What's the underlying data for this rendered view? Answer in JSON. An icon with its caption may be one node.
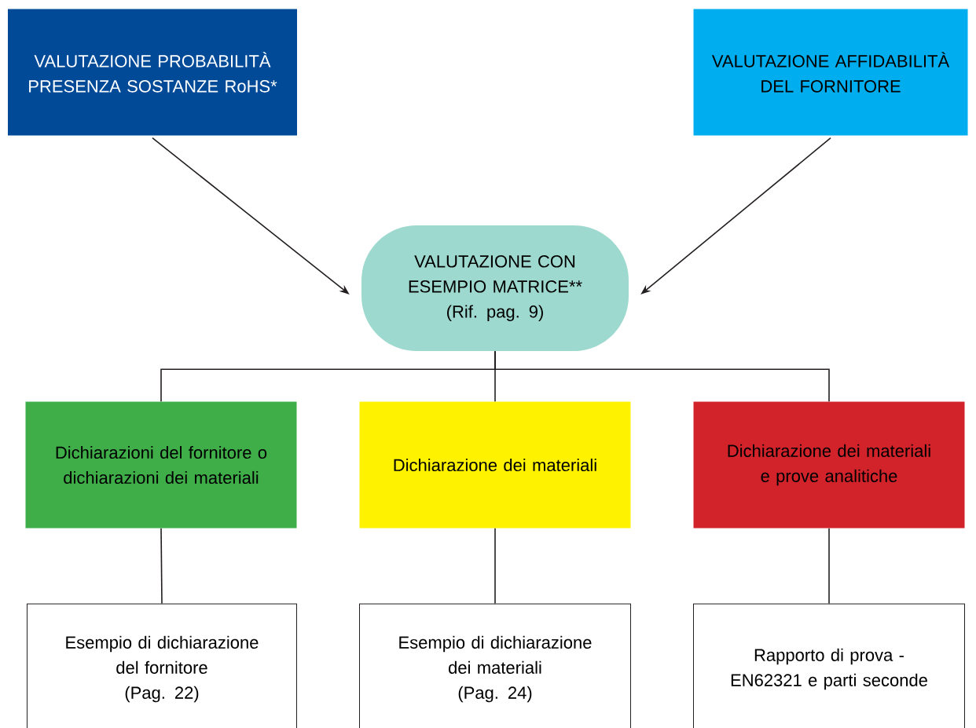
{
  "diagram": {
    "nodes": [
      {
        "text": [
          "VALUTAZIONE PROBABILITÀ PRESENZA SOSTANZE RoHS*"
        ]
      },
      {
        "text": [
          "VALUTAZIONE AFFIDABILITÀ DEL FORNITORE"
        ]
      },
      {
        "text": [
          "VALUTAZIONE CON ESEMPIO MATRICE**",
          "(Rif. pag. 9)"
        ]
      },
      {
        "text": [
          "Dichiarazioni del fornitore o dichiarazioni dei materiali"
        ]
      },
      {
        "text": [
          "Dichiarazione dei materiali"
        ]
      },
      {
        "text": [
          "Dichiarazione dei materiali e prove analitiche"
        ]
      },
      {
        "text": [
          "Esempio di dichiarazione del fornitore",
          "(Pag. 22)"
        ]
      },
      {
        "text": [
          "Esempio di dichiarazione dei materiali",
          "(Pag. 24)"
        ]
      },
      {
        "text": [
          "Rapporto di prova - EN62321 e parti seconde"
        ]
      }
    ],
    "edges": [
      {
        "from": 0,
        "to": 2,
        "arrow": "to"
      },
      {
        "from": 1,
        "to": 2,
        "arrow": "to"
      },
      {
        "from": 2,
        "to": 3,
        "arrow": "none"
      },
      {
        "from": 2,
        "to": 4,
        "arrow": "none"
      },
      {
        "from": 2,
        "to": 5,
        "arrow": "none"
      },
      {
        "from": 3,
        "to": 6,
        "arrow": "none"
      },
      {
        "from": 4,
        "to": 7,
        "arrow": "none"
      },
      {
        "from": 5,
        "to": 8,
        "arrow": "none"
      }
    ]
  }
}
